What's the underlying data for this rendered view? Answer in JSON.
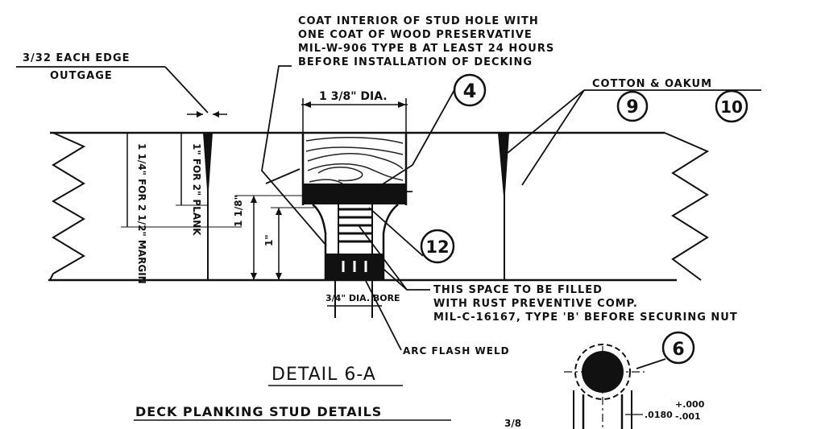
{
  "notes": {
    "outgage_line1": "3/32 EACH EDGE",
    "outgage_line2": "OUTGAGE",
    "coat_line1": "COAT INTERIOR OF STUD HOLE WITH",
    "coat_line2": "ONE COAT OF WOOD PRESERVATIVE",
    "coat_line3": "MIL-W-906 TYPE B AT LEAST 24 HOURS",
    "coat_line4": "BEFORE INSTALLATION OF DECKING",
    "caulk": "COTTON & OAKUM",
    "stud_dia": "1 3/8\" DIA.",
    "margin_dim": "1 1/4\" FOR 2 1/2\" MARGIN",
    "plank_dim": "1\" FOR 2\" PLANK",
    "dim_left": "1 1/8\"",
    "dim_right": "1\"",
    "bore": "3/4\" DIA. BORE",
    "space_line1": "THIS SPACE TO BE FILLED",
    "space_line2": "WITH RUST PREVENTIVE COMP.",
    "space_line3": "MIL-C-16167, TYPE 'B' BEFORE SECURING NUT",
    "weld": "ARC FLASH WELD",
    "tolerance_base": ".0180",
    "tolerance_plus": "+.000",
    "tolerance_minus": "-.001",
    "bottom_fraction": "3/8"
  },
  "callouts": {
    "c4": "4",
    "c9": "9",
    "c10": "10",
    "c12": "12",
    "c6": "6"
  },
  "titles": {
    "detail": "DETAIL 6-A",
    "subtitle": "DECK PLANKING STUD DETAILS"
  }
}
